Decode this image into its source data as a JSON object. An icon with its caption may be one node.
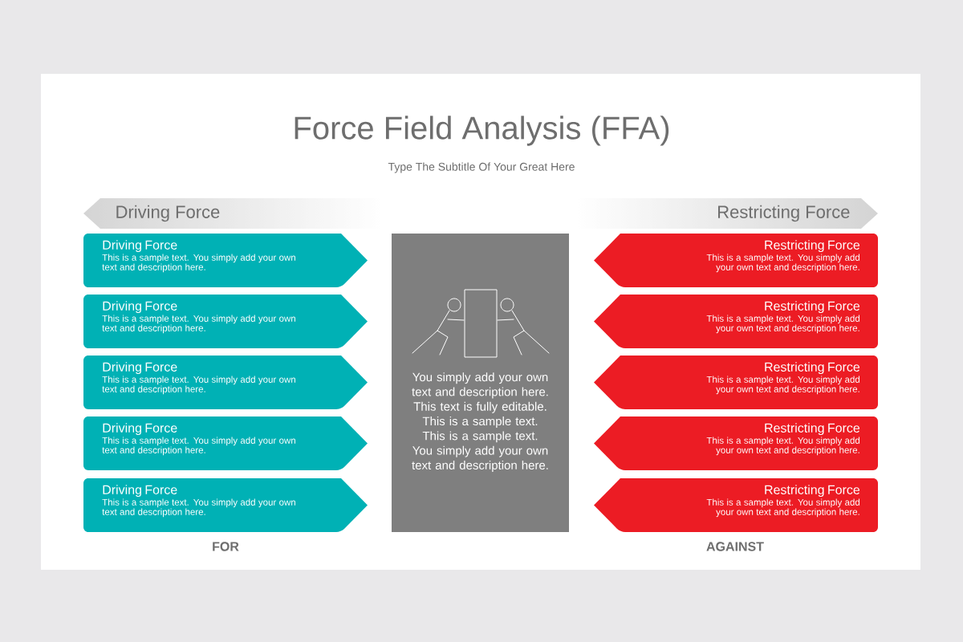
{
  "diagram": {
    "title": "Force Field Analysis (FFA)",
    "nodes": [
      {
        "text": [
          "Driving Force"
        ]
      },
      {
        "text": [
          "Driving Force",
          "This is a sample text. You simply add your own text and description here."
        ]
      },
      {
        "text": [
          "Driving Force",
          "This is a sample text. You simply add your own text and description here."
        ]
      },
      {
        "text": [
          "Driving Force",
          "This is a sample text. You simply add your own text and description here."
        ]
      },
      {
        "text": [
          "Driving Force",
          "This is a sample text. You simply add your own text and description here."
        ]
      },
      {
        "text": [
          "Driving Force",
          "This is a sample text. You simply add your own text and description here."
        ]
      },
      {
        "text": [
          "You simply add your own text and description here. This text is fully editable. This is a sample text. This is a sample text. You simply add your own text and description here."
        ]
      },
      {
        "text": [
          "Restricting Force"
        ]
      },
      {
        "text": [
          "Restricting Force",
          "This is a sample text. You simply add your own text and description here."
        ]
      },
      {
        "text": [
          "Restricting Force",
          "This is a sample text. You simply add your own text and description here."
        ]
      },
      {
        "text": [
          "Restricting Force",
          "This is a sample text. You simply add your own text and description here."
        ]
      },
      {
        "text": [
          "Restricting Force",
          "This is a sample text. You simply add your own text and description here."
        ]
      },
      {
        "text": [
          "Restricting Force",
          "This is a sample text. You simply add your own text and description here."
        ]
      }
    ],
    "labels": [
      "Type The Subtitle Of Your Great Here",
      "FOR",
      "AGAINST"
    ]
  }
}
